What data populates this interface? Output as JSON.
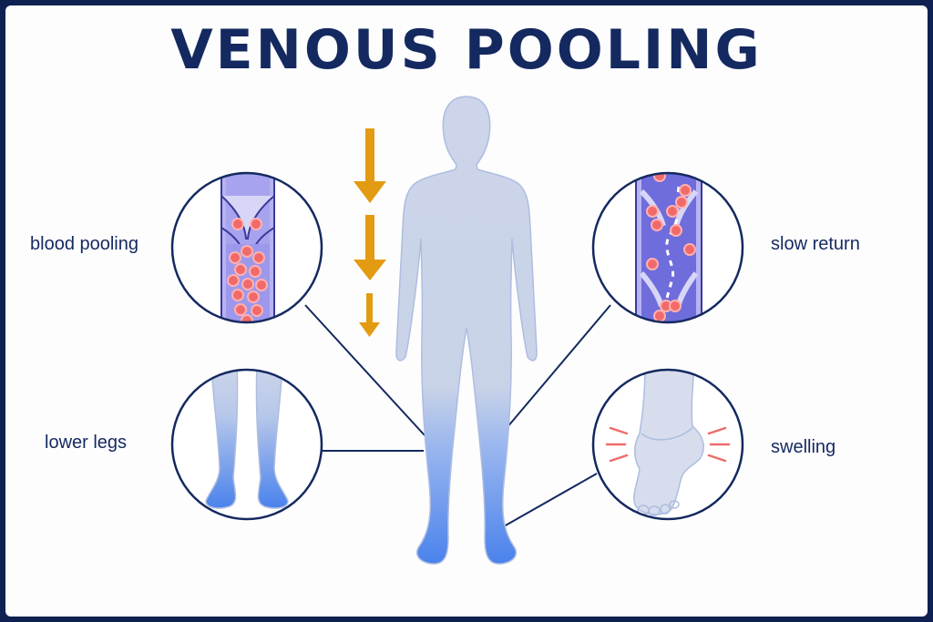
{
  "title": "VENOUS POOLING",
  "labels": {
    "blood_pooling": "blood pooling",
    "lower_legs": "lower legs",
    "slow_return": "slow return",
    "swelling": "swelling"
  },
  "colors": {
    "navy": "#14295f",
    "arrow": "#e39b12",
    "body": "#c9d3e8",
    "pooled_blue": "#4f86ec",
    "vein": "#7f7de8",
    "red_cell": "#f06a6a",
    "swelling_marks": "#ef6b6b"
  },
  "icons": [
    "gravity-arrow-icon",
    "human-figure-icon",
    "red-blood-cell-icon",
    "swelling-mark-icon"
  ]
}
